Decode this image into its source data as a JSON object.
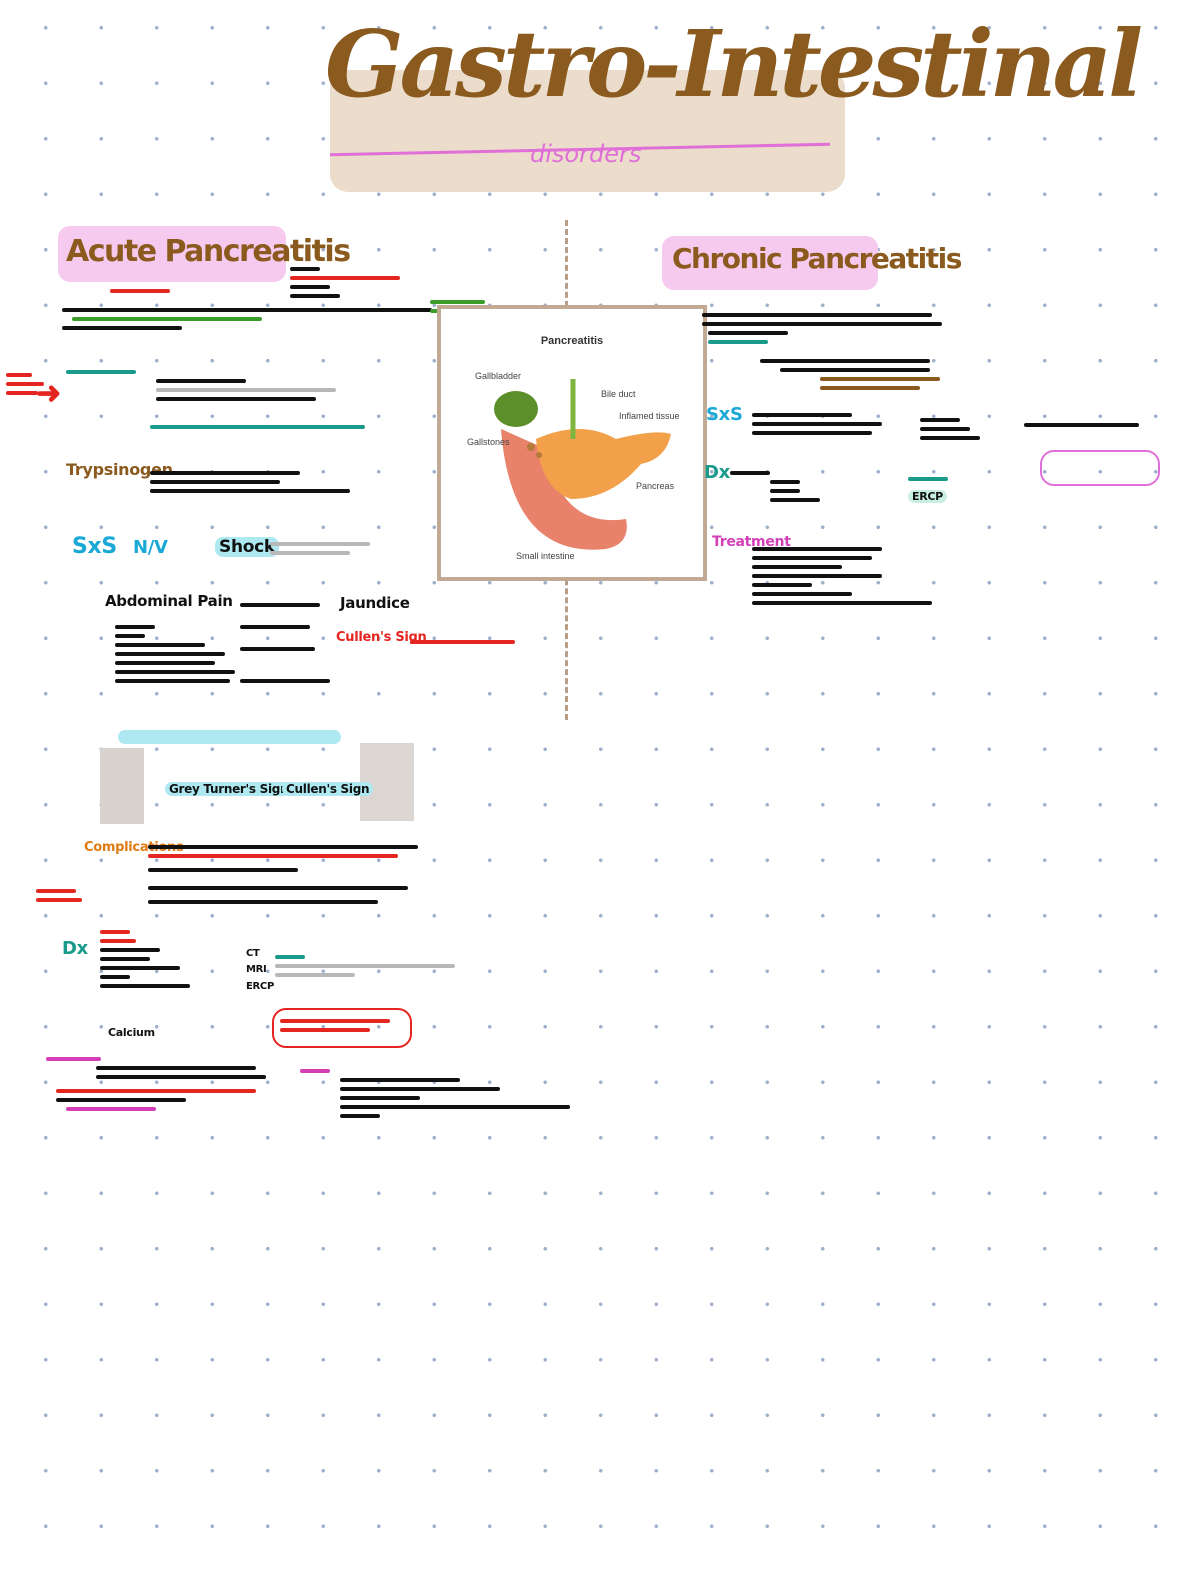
{
  "header": {
    "title": "Gastro-Intestinal",
    "subtitle": "disorders"
  },
  "acute": {
    "heading": "Acute Pancreatitis",
    "sxs_label": "SxS",
    "nv_label": "N/V",
    "shock_label": "Shock",
    "abdominal_pain_label": "Abdominal Pain",
    "jaundice_label": "Jaundice",
    "cullen_label": "Cullen's Sign",
    "grey_turner_label": "Grey Turner's Sign",
    "complications_label": "Complications",
    "dx_label": "Dx",
    "ct_label": "CT",
    "mri_label": "MRI",
    "ercp_label": "ERCP",
    "calcium_label": "Calcium"
  },
  "chronic": {
    "heading": "Chronic Pancreatitis",
    "sxs_label": "SxS",
    "dx_label": "Dx",
    "ercp_label": "ERCP",
    "treatment_label": "Treatment"
  },
  "diagram": {
    "title": "Pancreatitis",
    "labels": {
      "gallbladder": "Gallbladder",
      "bile_duct": "Bile duct",
      "inflamed_tissue": "Inflamed tissue",
      "gallstones": "Gallstones",
      "pancreas": "Pancreas",
      "small_intestine": "Small intestine"
    }
  },
  "colors": {
    "title": "#8a5a1e",
    "heading_highlight": "#f6c9ee",
    "accent_red": "#e5251f",
    "accent_teal": "#1a9a8a",
    "accent_cyan": "#1aa9d6",
    "frame": "#c2a994"
  }
}
